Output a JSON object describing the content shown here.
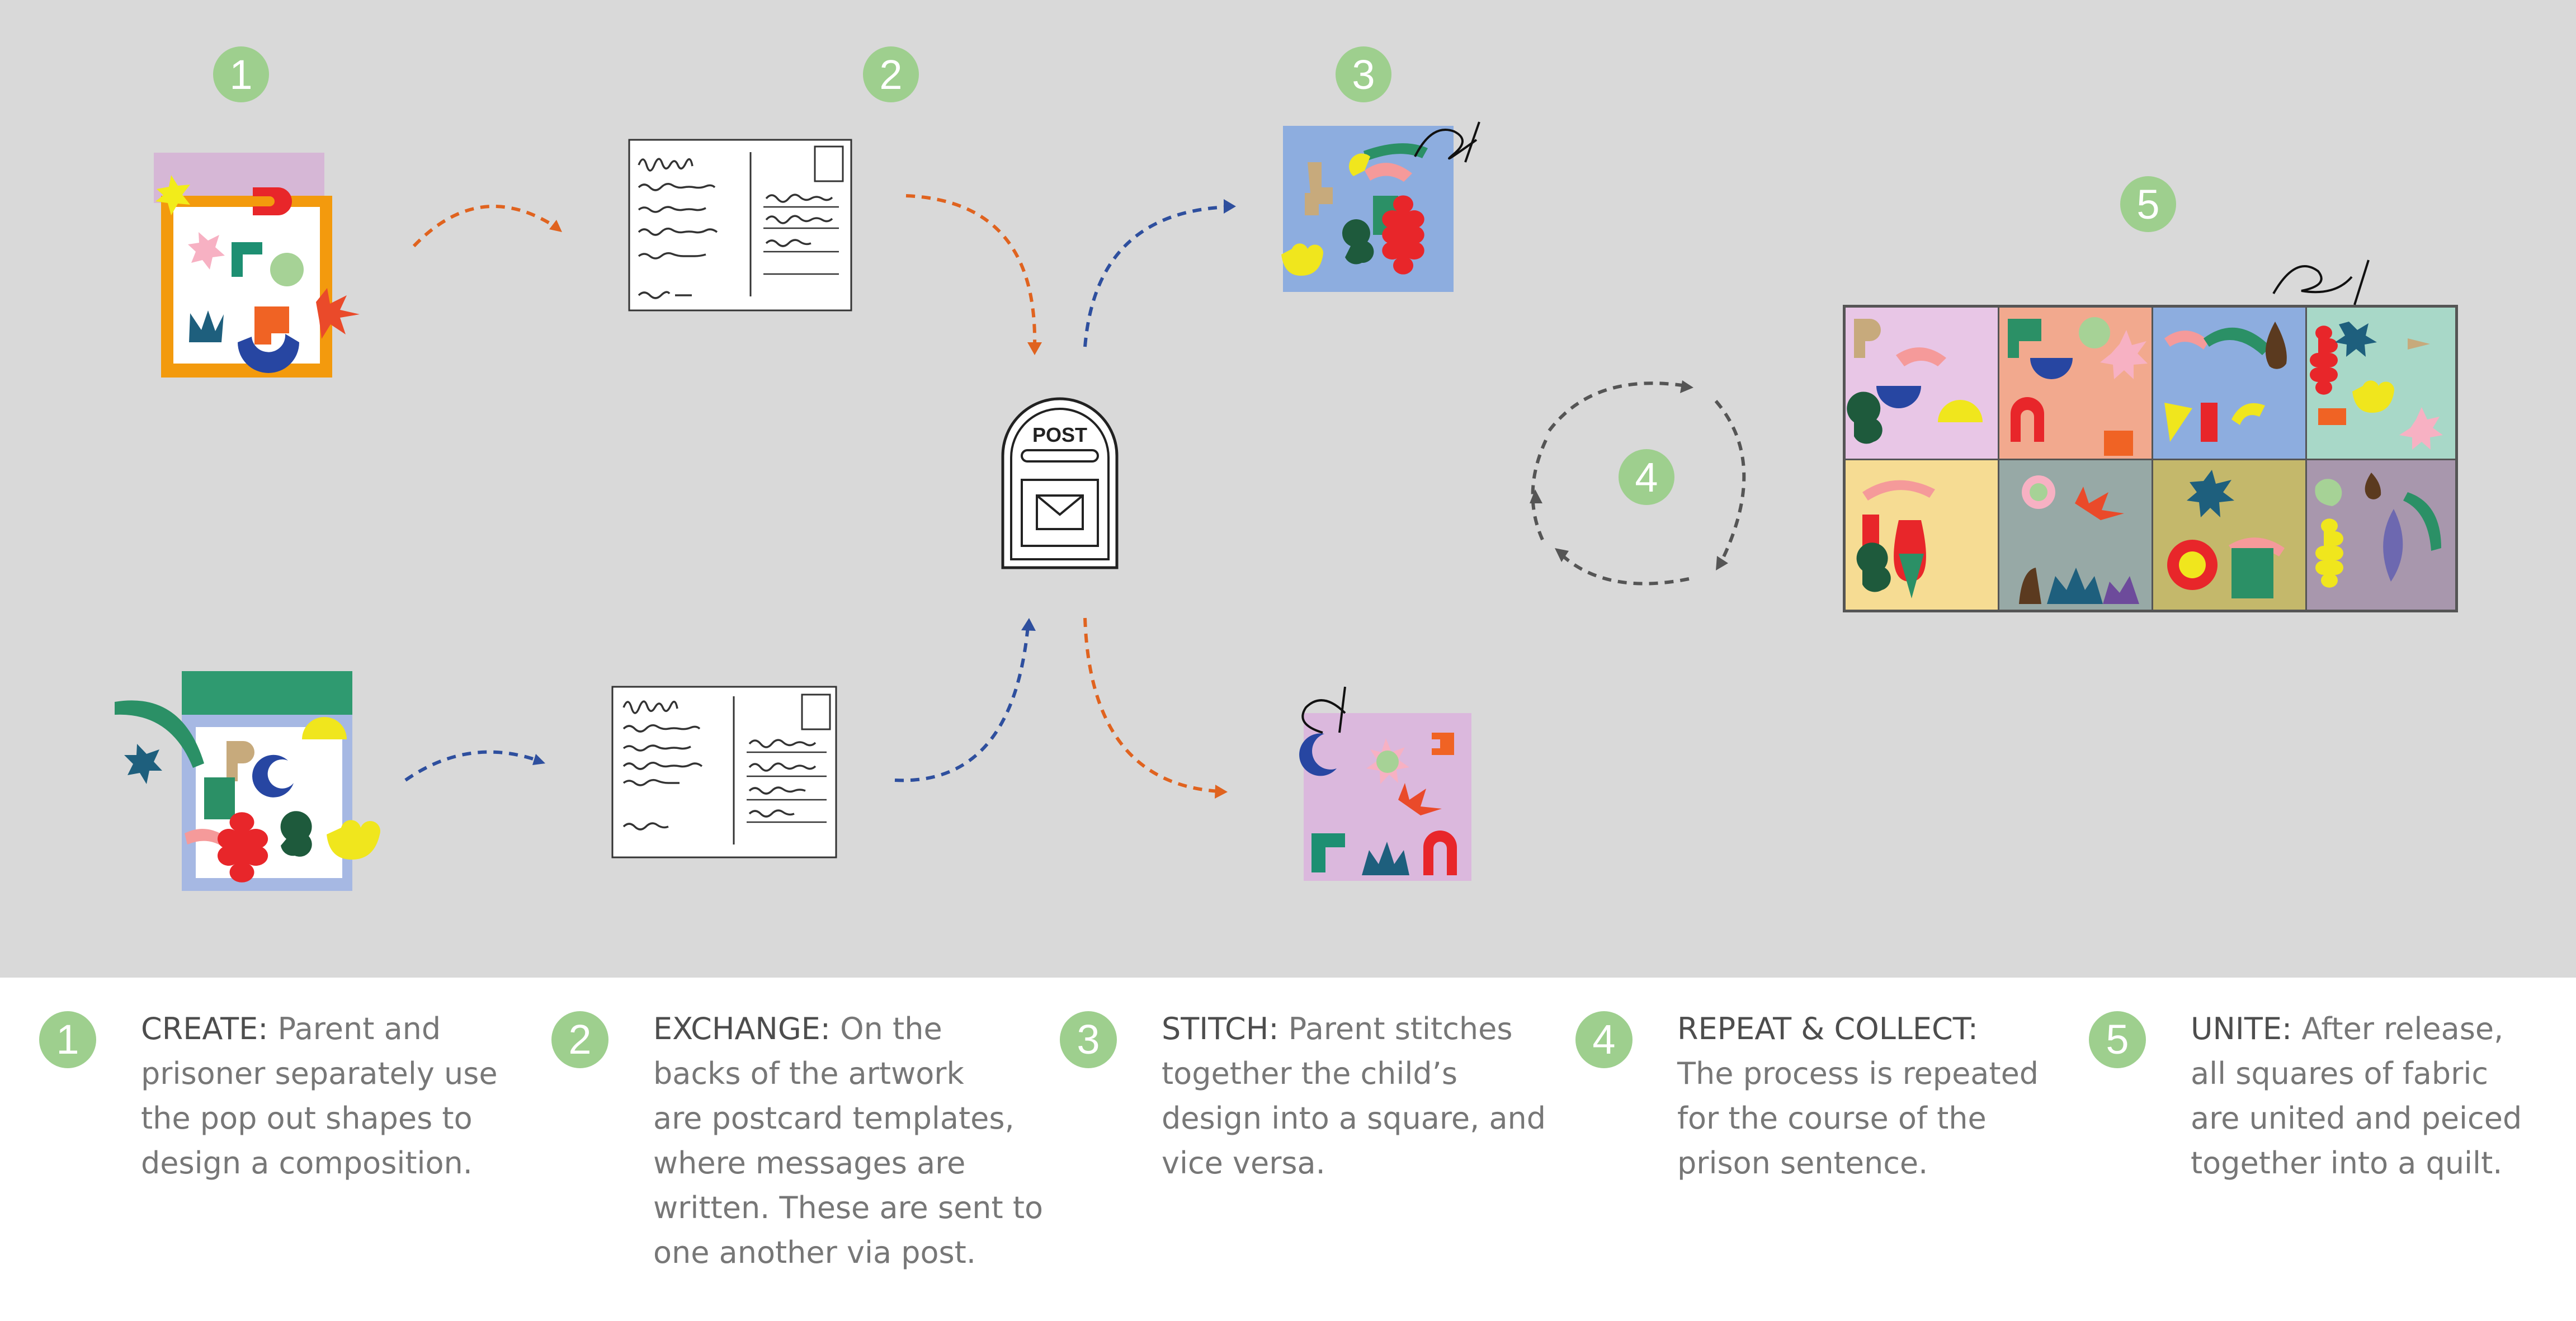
{
  "diagram": {
    "markers": [
      "1",
      "2",
      "3",
      "4",
      "5",
      "1",
      "2",
      "3",
      "4",
      "5"
    ],
    "mailbox_label": "POST",
    "colors": {
      "background_top": "#d9d9d9",
      "marker_green": "#9ecf8e",
      "arrow_orange": "#e0631f",
      "arrow_blue": "#2e4f9e",
      "arrow_grey": "#555555",
      "legend_head": "#4d4d4d",
      "legend_body": "#777777"
    }
  },
  "steps": [
    {
      "num": "1",
      "head": "CREATE:",
      "body_first": " Parent and",
      "lines": [
        "prisoner separately use",
        "the pop out shapes to",
        "design a composition."
      ]
    },
    {
      "num": "2",
      "head": "EXCHANGE:",
      "body_first": " On the",
      "lines": [
        "backs of the artwork",
        "are postcard templates,",
        "where  messages are",
        "written. These are sent to",
        "one another via post."
      ]
    },
    {
      "num": "3",
      "head": "STITCH:",
      "body_first": " Parent stitches",
      "lines": [
        "together the child’s",
        "design into a square, and",
        "vice versa."
      ]
    },
    {
      "num": "4",
      "head": "REPEAT & COLLECT:",
      "body_first": "",
      "lines": [
        "The process is repeated",
        "for the course of the",
        "prison sentence."
      ]
    },
    {
      "num": "5",
      "head": "UNITE:",
      "body_first": " After release,",
      "lines": [
        "all squares of fabric",
        "are united and peiced",
        "together into a quilt."
      ]
    }
  ]
}
